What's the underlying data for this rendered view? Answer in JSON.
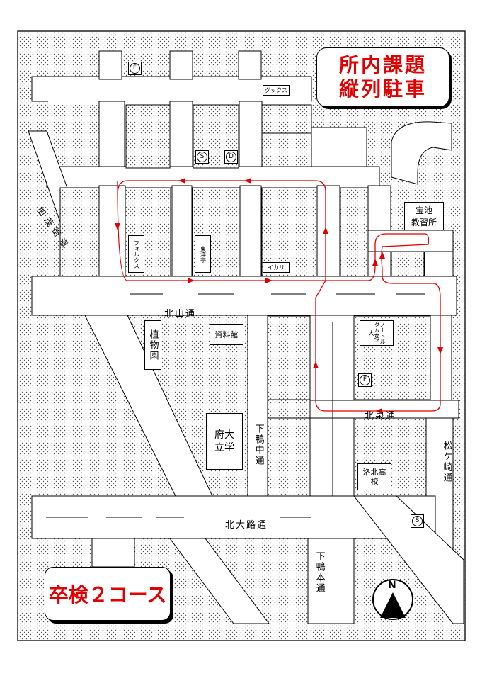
{
  "title": {
    "line1": "所内課題",
    "line2": "縦列駐車"
  },
  "course": "卒検２コース",
  "school": {
    "line1": "宝池",
    "line2": "教習所"
  },
  "roads": {
    "kitayama": "北山通",
    "kitaizumi": "北泉通",
    "kitaoji": "北大路通",
    "kamo_kaido": "加茂街道",
    "shimogamo_naka": "下鴨中通",
    "shimogamo_hon": "下鴨本通",
    "matsugasaki": "松ケ崎通"
  },
  "landmarks": {
    "botanical_garden": "植物園",
    "archives": "資料館",
    "prefectural_univ": "府大立学",
    "rakuhoku_hs": "洛北高校",
    "notre_dame": "ノートルダム女子大",
    "folks": "フォルクス",
    "toyotei": "東洋亭",
    "ikari": "イカリ",
    "gooks": "グックス"
  },
  "symbols": {
    "f1": "F",
    "s1": "S",
    "d1": "D",
    "f2": "F",
    "s2": "S"
  },
  "compass": "N",
  "colors": {
    "route": "#e00000",
    "title_text": "#e00000",
    "block_dots": "#000000"
  }
}
